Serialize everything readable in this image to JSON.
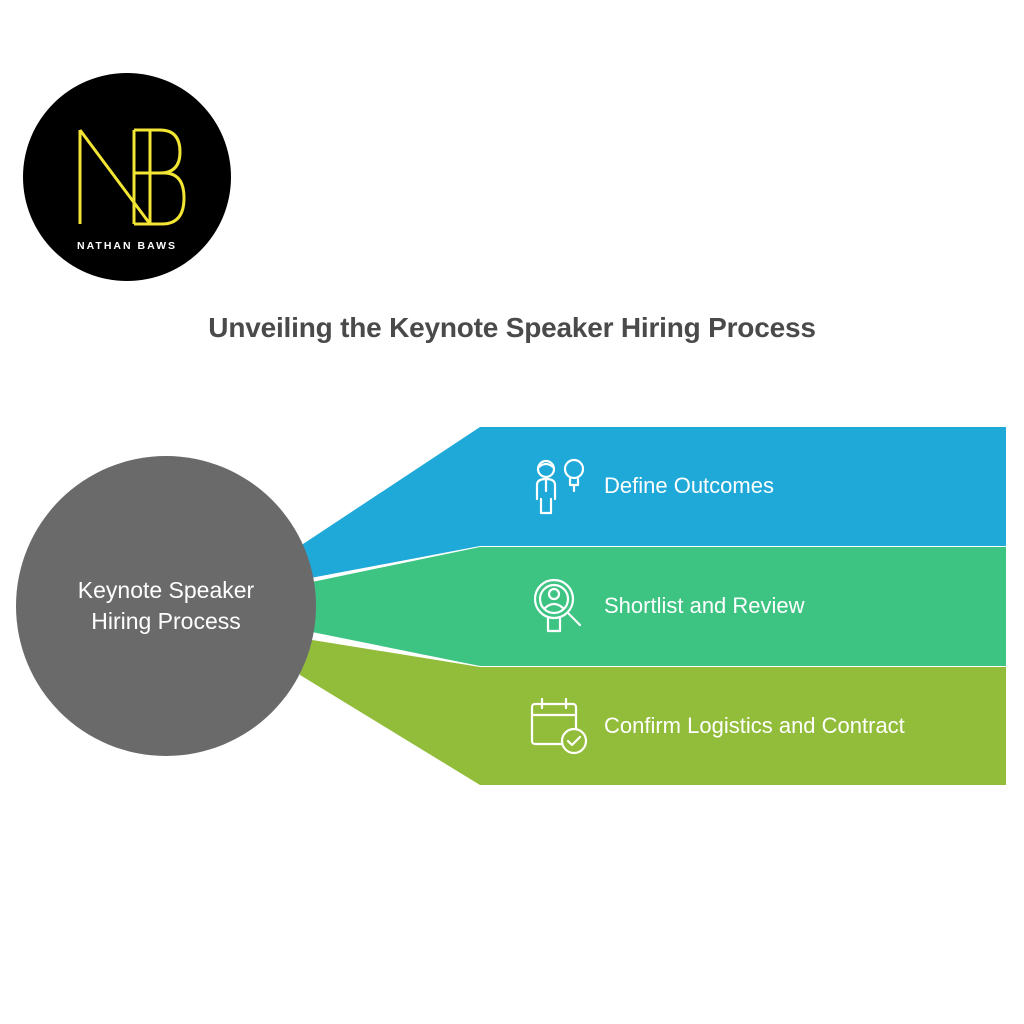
{
  "logo": {
    "monogram": "NB",
    "name": "NATHAN BAWS",
    "background": "#000000",
    "accent": "#f2e533"
  },
  "title": "Unveiling the Keynote Speaker Hiring Process",
  "center": {
    "label": "Keynote Speaker\nHiring Process",
    "color": "#6a6a6a"
  },
  "steps": [
    {
      "label": "Define Outcomes",
      "icon": "person-with-idea-bulb-icon",
      "color": "#1ea9d8"
    },
    {
      "label": "Shortlist and Review",
      "icon": "person-magnifier-icon",
      "color": "#3ec482"
    },
    {
      "label": "Confirm Logistics and Contract",
      "icon": "calendar-check-icon",
      "color": "#92bd3a"
    }
  ]
}
